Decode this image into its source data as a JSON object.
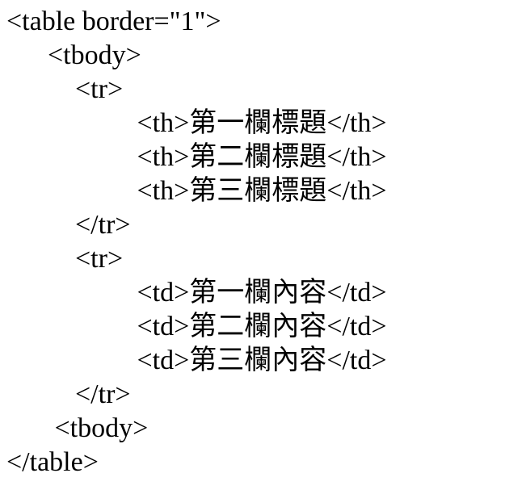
{
  "page": {
    "background_color": "#ffffff",
    "text_color": "#000000",
    "content_type": "html-source-code-listing"
  },
  "code": {
    "language": "html",
    "lines": [
      "<table border=\"1\">",
      "      <tbody>",
      "          <tr>",
      "                   <th>第一欄標題</th>",
      "                   <th>第二欄標題</th>",
      "                   <th>第三欄標題</th>",
      "          </tr>",
      "          <tr>",
      "                   <td>第一欄內容</td>",
      "                   <td>第二欄內容</td>",
      "                   <td>第三欄內容</td>",
      "          </tr>",
      "       <tbody>",
      "</table>"
    ]
  }
}
